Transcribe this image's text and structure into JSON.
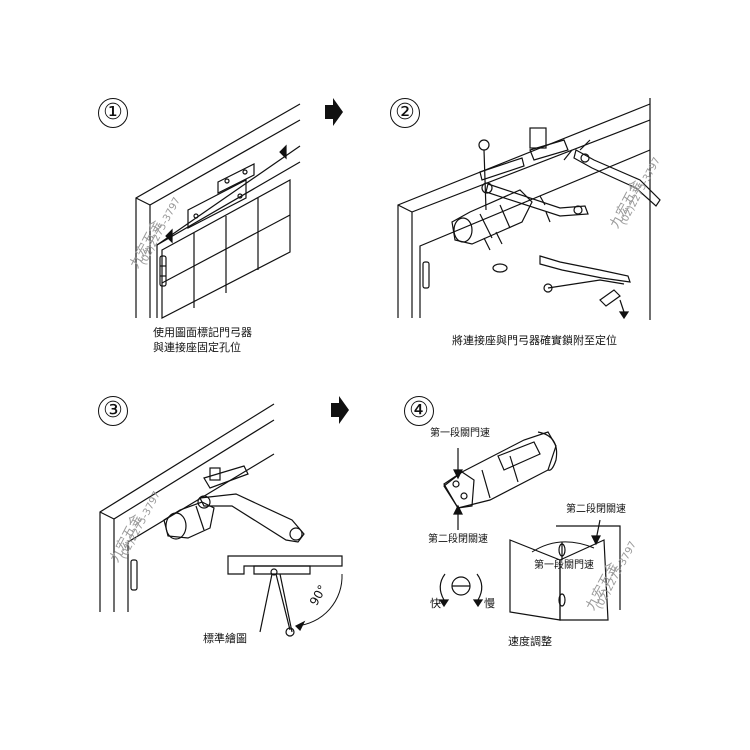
{
  "steps": [
    {
      "number": "①",
      "caption_line1": "使用圖面標記門弓器",
      "caption_line2": "與連接座固定孔位"
    },
    {
      "number": "②",
      "caption": "將連接座與門弓器確實鎖附至定位"
    },
    {
      "number": "③",
      "caption": "標準繪圖",
      "angle_label": "90°"
    },
    {
      "number": "④",
      "caption": "速度調整",
      "labels": {
        "first_stage_close": "第一段關門速",
        "second_stage_close_left": "第二段閉關速",
        "second_stage_close_right": "第二段閉關速",
        "first_stage_close_door": "第一段關門速",
        "fast": "快",
        "slow": "慢"
      }
    }
  ],
  "watermark": {
    "name": "九宏五金",
    "phone": "(02)2275-3797"
  },
  "colors": {
    "ink": "#111111",
    "watermark": "#9a9a9a"
  }
}
